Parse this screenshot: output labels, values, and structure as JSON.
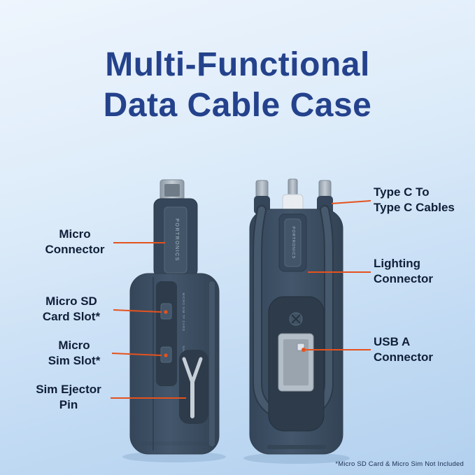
{
  "title": {
    "line1": "Multi-Functional",
    "line2": "Data Cable Case"
  },
  "annotations": {
    "micro_connector": {
      "line1": "Micro",
      "line2": "Connector"
    },
    "micro_sd_slot": {
      "line1": "Micro SD",
      "line2": "Card Slot*"
    },
    "micro_sim_slot": {
      "line1": "Micro",
      "line2": "Sim Slot*"
    },
    "sim_ejector_pin": {
      "line1": "Sim Ejector",
      "line2": "Pin"
    },
    "type_c_cables": {
      "line1": "Type C To",
      "line2": "Type C Cables"
    },
    "lighting_connector": {
      "line1": "Lighting",
      "line2": "Connector"
    },
    "usb_a_connector": {
      "line1": "USB A",
      "line2": "Connector"
    }
  },
  "device": {
    "brand": "PORTRONICS",
    "left_slot_label_top": "MICRO SIM TF CARD",
    "left_slot_label_bottom": "NANO SIM"
  },
  "footnote": "*Micro SD Card & Micro Sim Not Included",
  "colors": {
    "accent_line": "#E5521D",
    "title_blue": "#24428C",
    "device_navy": "#3E5064",
    "background_top": "#EDF4FC",
    "background_bottom": "#B2D0EE"
  }
}
